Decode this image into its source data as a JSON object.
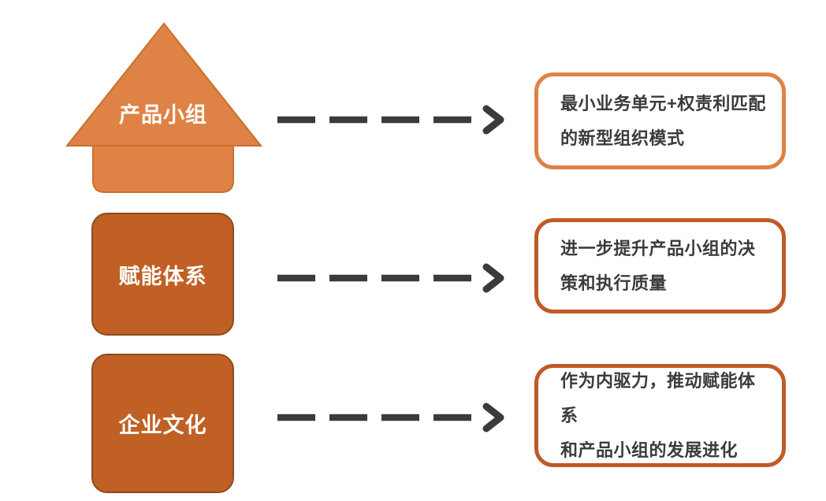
{
  "shapes": [
    {
      "label": "产品小组",
      "type": "house-up-arrow",
      "fill": "#DE8245"
    },
    {
      "label": "赋能体系",
      "type": "rounded-rect",
      "fill": "#C06024"
    },
    {
      "label": "企业文化",
      "type": "rounded-rect",
      "fill": "#C06024"
    }
  ],
  "arrows": {
    "count": 3,
    "style": "dashed-right",
    "color": "#3B3B3B"
  },
  "boxes": [
    {
      "lines": [
        "最小业务单元+权责利匹配",
        "的新型组织模式"
      ],
      "border": "#DE8245"
    },
    {
      "lines": [
        "进一步提升产品小组的决",
        "策和执行质量"
      ],
      "border": "#C05A26"
    },
    {
      "lines": [
        "作为内驱力，推动赋能体系",
        "和产品小组的发展进化"
      ],
      "border": "#C05A26"
    }
  ],
  "colors": {
    "light_orange": "#DE8245",
    "light_orange_stroke": "#C9702E",
    "dark_orange": "#C06024",
    "dark_orange_stroke": "#8E4A1E",
    "box_dark_border": "#C05A26",
    "arrow_gray": "#3B3B3B",
    "text_dark": "#3B3B3B",
    "label_white": "#FFFFFF"
  }
}
